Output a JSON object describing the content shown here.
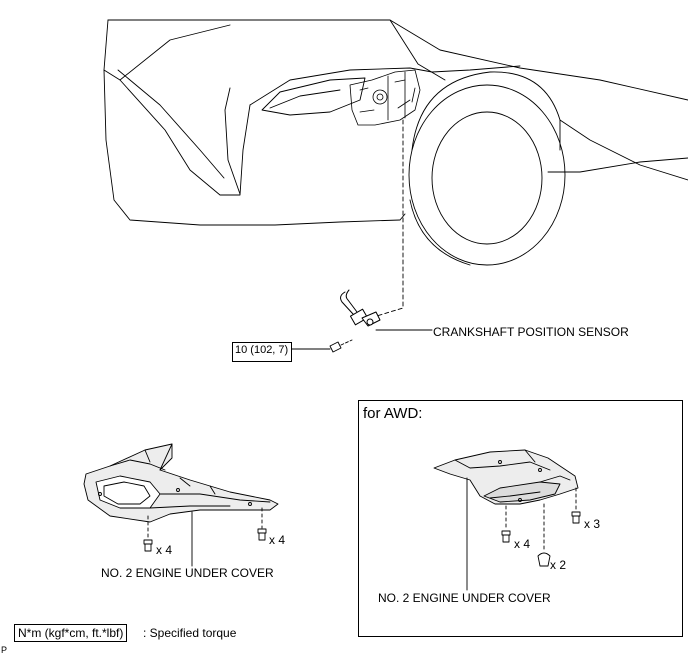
{
  "labels": {
    "sensor": "CRANKSHAFT POSITION SENSOR",
    "torque_value": "10 (102, 7)",
    "cover_left": "NO. 2 ENGINE UNDER COVER",
    "cover_right": "NO. 2 ENGINE UNDER COVER",
    "awd_title": "for AWD:",
    "qty_left_a": "x 4",
    "qty_left_b": "x 4",
    "qty_right_a": "x 4",
    "qty_right_b": "x 3",
    "qty_right_c": "x 2",
    "legend_box": "N*m (kgf*cm, ft.*lbf)",
    "legend_text": ": Specified torque",
    "page_mark": "P"
  },
  "colors": {
    "line": "#000000",
    "fill": "#e6e6e6",
    "frame": "#000000"
  }
}
